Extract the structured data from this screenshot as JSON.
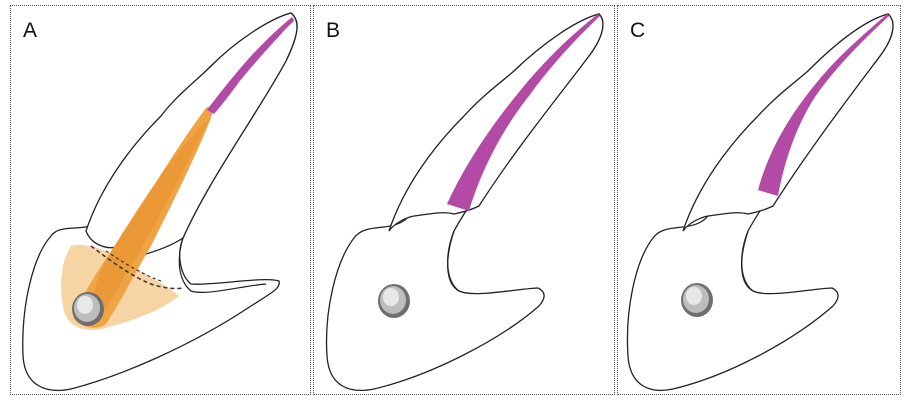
{
  "panels": [
    {
      "label": "A",
      "content": [
        "tooth-outline",
        "crown",
        "root",
        "pulp-canal",
        "orange-restoration",
        "metal-post-button"
      ]
    },
    {
      "label": "B",
      "content": [
        "tooth-outline",
        "crown",
        "root",
        "pulp-canal",
        "metal-post-button"
      ]
    },
    {
      "label": "C",
      "content": [
        "tooth-outline",
        "crown",
        "root",
        "pulp-canal",
        "metal-post-button"
      ]
    }
  ],
  "colors": {
    "pulp": "#b34aa6",
    "restoration": "#f0a345",
    "restoration_light": "#f5cf9a",
    "outline": "#222222",
    "border": "#555555"
  }
}
